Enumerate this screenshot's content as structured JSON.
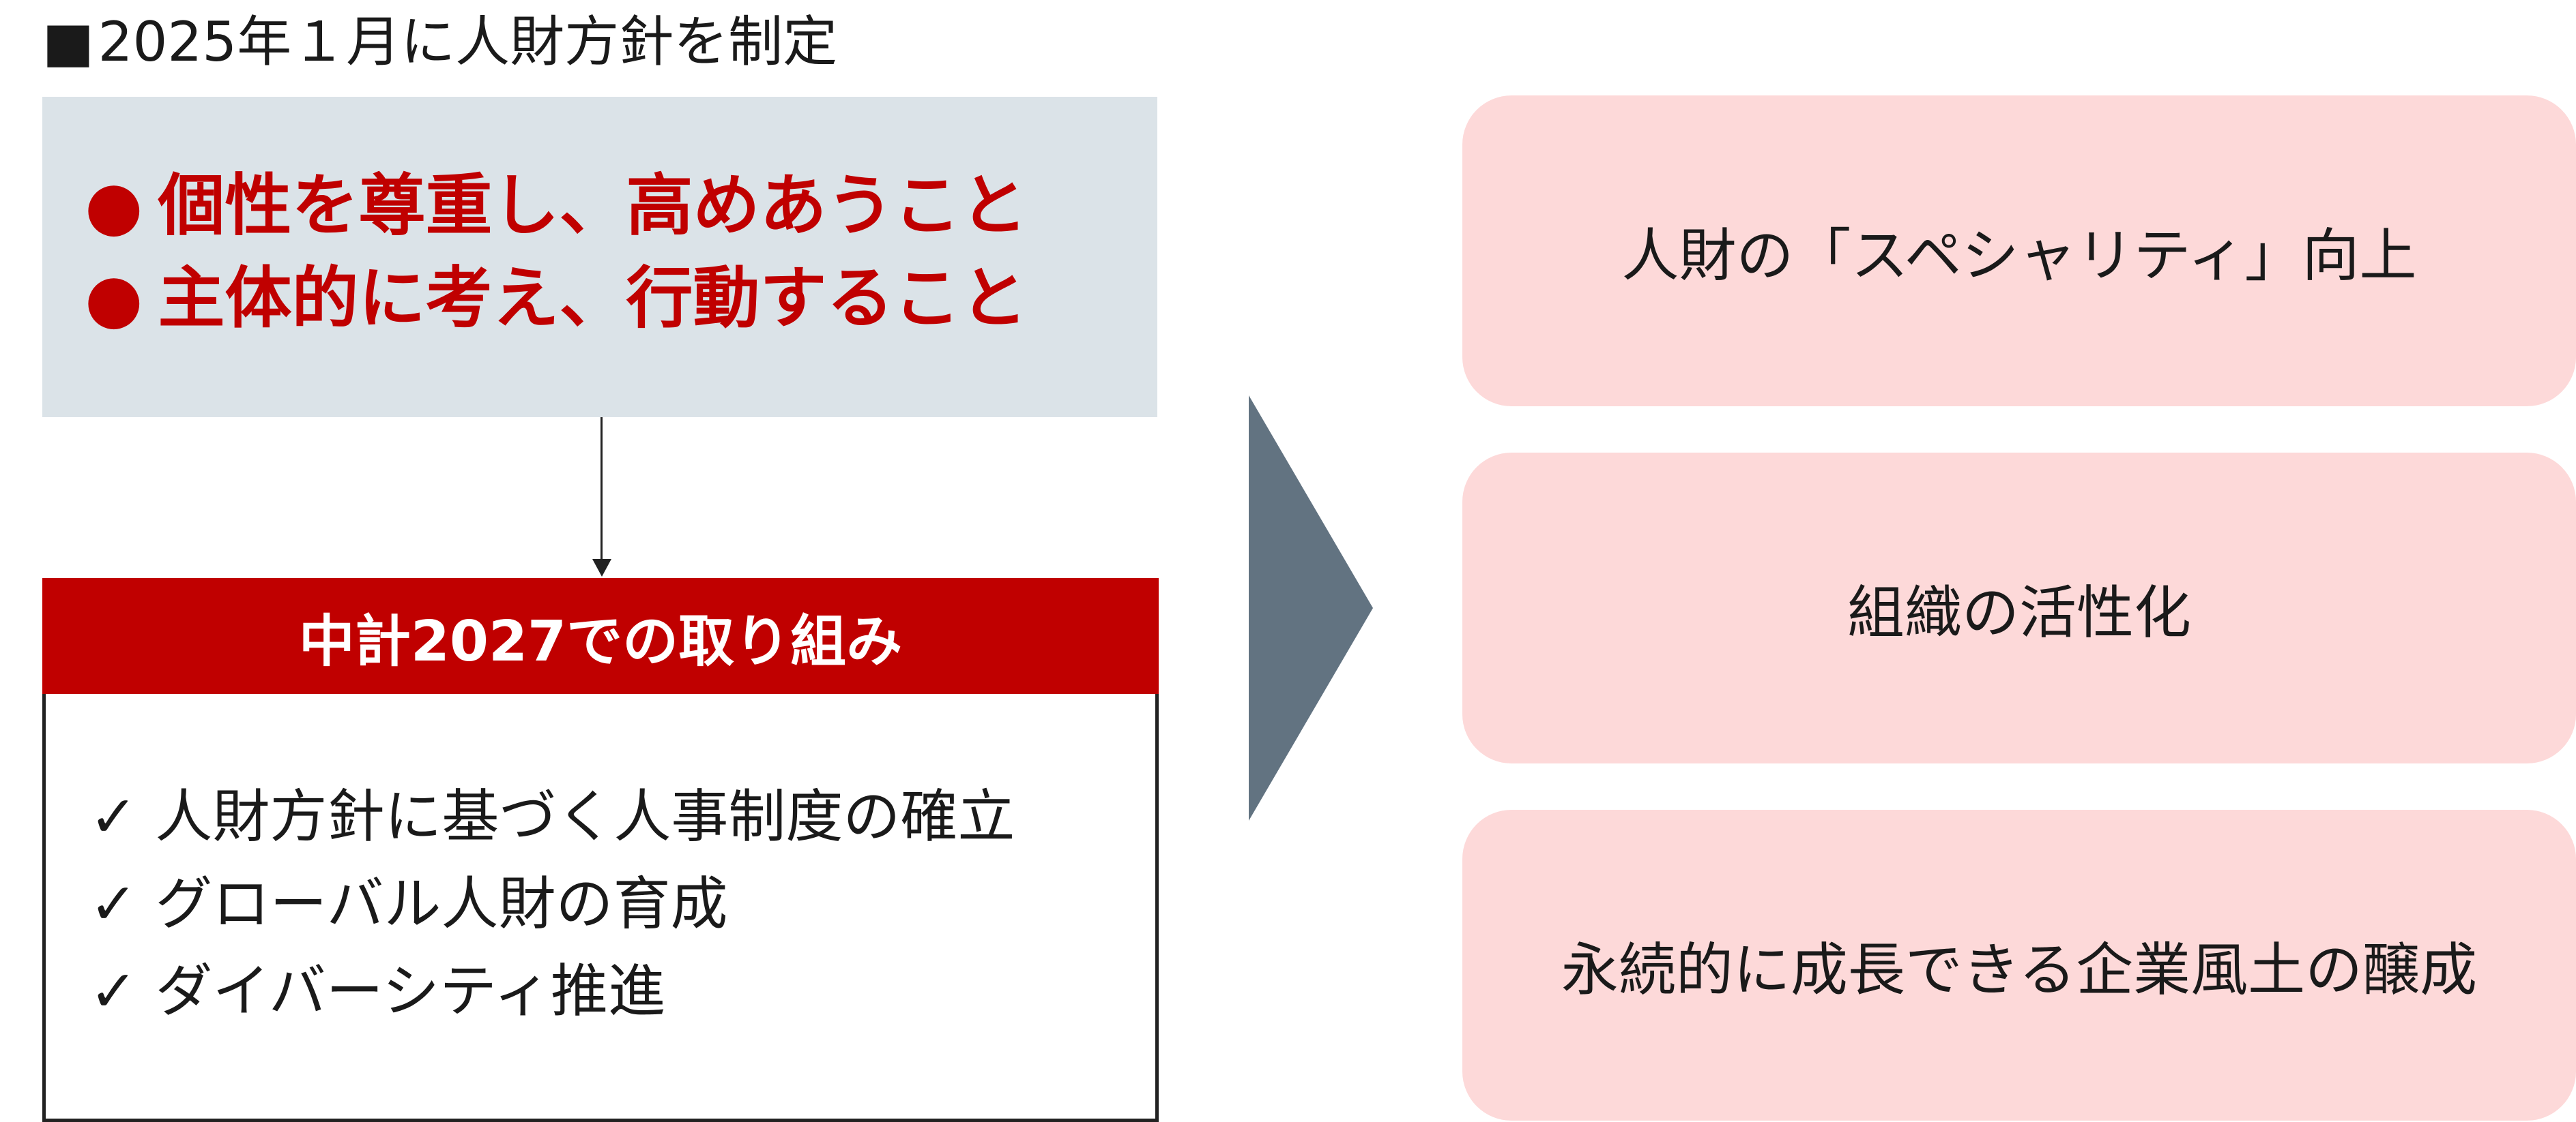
{
  "heading": {
    "marker": "■",
    "text": "2025年１月に人財方針を制定"
  },
  "policy": {
    "bullet": "●",
    "items": [
      "個性を尊重し、高めあうこと",
      "主体的に考え、行動すること"
    ],
    "text_color": "#c00000",
    "background": "#dbe3e8"
  },
  "plan": {
    "title": "中計2027での取り組み",
    "check": "✓",
    "items": [
      "人財方針に基づく人事制度の確立",
      "グローバル人財の育成",
      "ダイバーシティ推進"
    ],
    "header_color": "#c00000"
  },
  "arrow": {
    "color": "#627381"
  },
  "outcomes": {
    "items": [
      "人財の「スペシャリティ」向上",
      "組織の活性化",
      "永続的に成長できる企業風土の醸成"
    ],
    "background": "#fdd9d9"
  }
}
